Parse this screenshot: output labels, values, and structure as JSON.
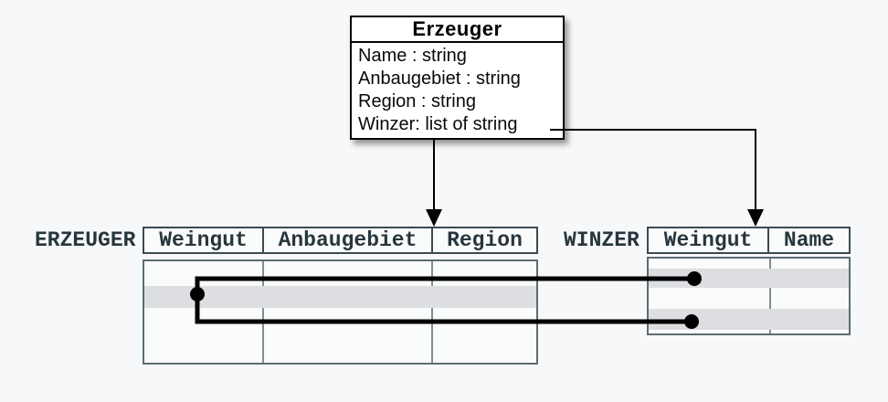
{
  "diagram": {
    "class_box": {
      "title": "Erzeuger",
      "attributes": [
        "Name : string",
        "Anbaugebiet : string",
        "Region : string",
        "Winzer: list of string"
      ]
    },
    "tables": {
      "erzeuger": {
        "label": "ERZEUGER",
        "columns": [
          "Weingut",
          "Anbaugebiet",
          "Region"
        ],
        "highlighted_row_count": 1
      },
      "winzer": {
        "label": "WINZER",
        "columns": [
          "Weingut",
          "Name"
        ],
        "highlighted_row_count": 2
      }
    },
    "relations": {
      "arrow_targets": [
        "ERZEUGER",
        "WINZER"
      ],
      "row_links": 2
    }
  },
  "colors": {
    "background": "#f7f8f9",
    "class_box_border": "#050505",
    "class_box_fill": "#ffffff",
    "table_header_border": "#3a4c52",
    "table_body_border": "#5b6d71",
    "column_separator": "#7f8e91",
    "row_highlight": "#dcdee1",
    "table_text": "#27363d",
    "connector": "#000000"
  }
}
